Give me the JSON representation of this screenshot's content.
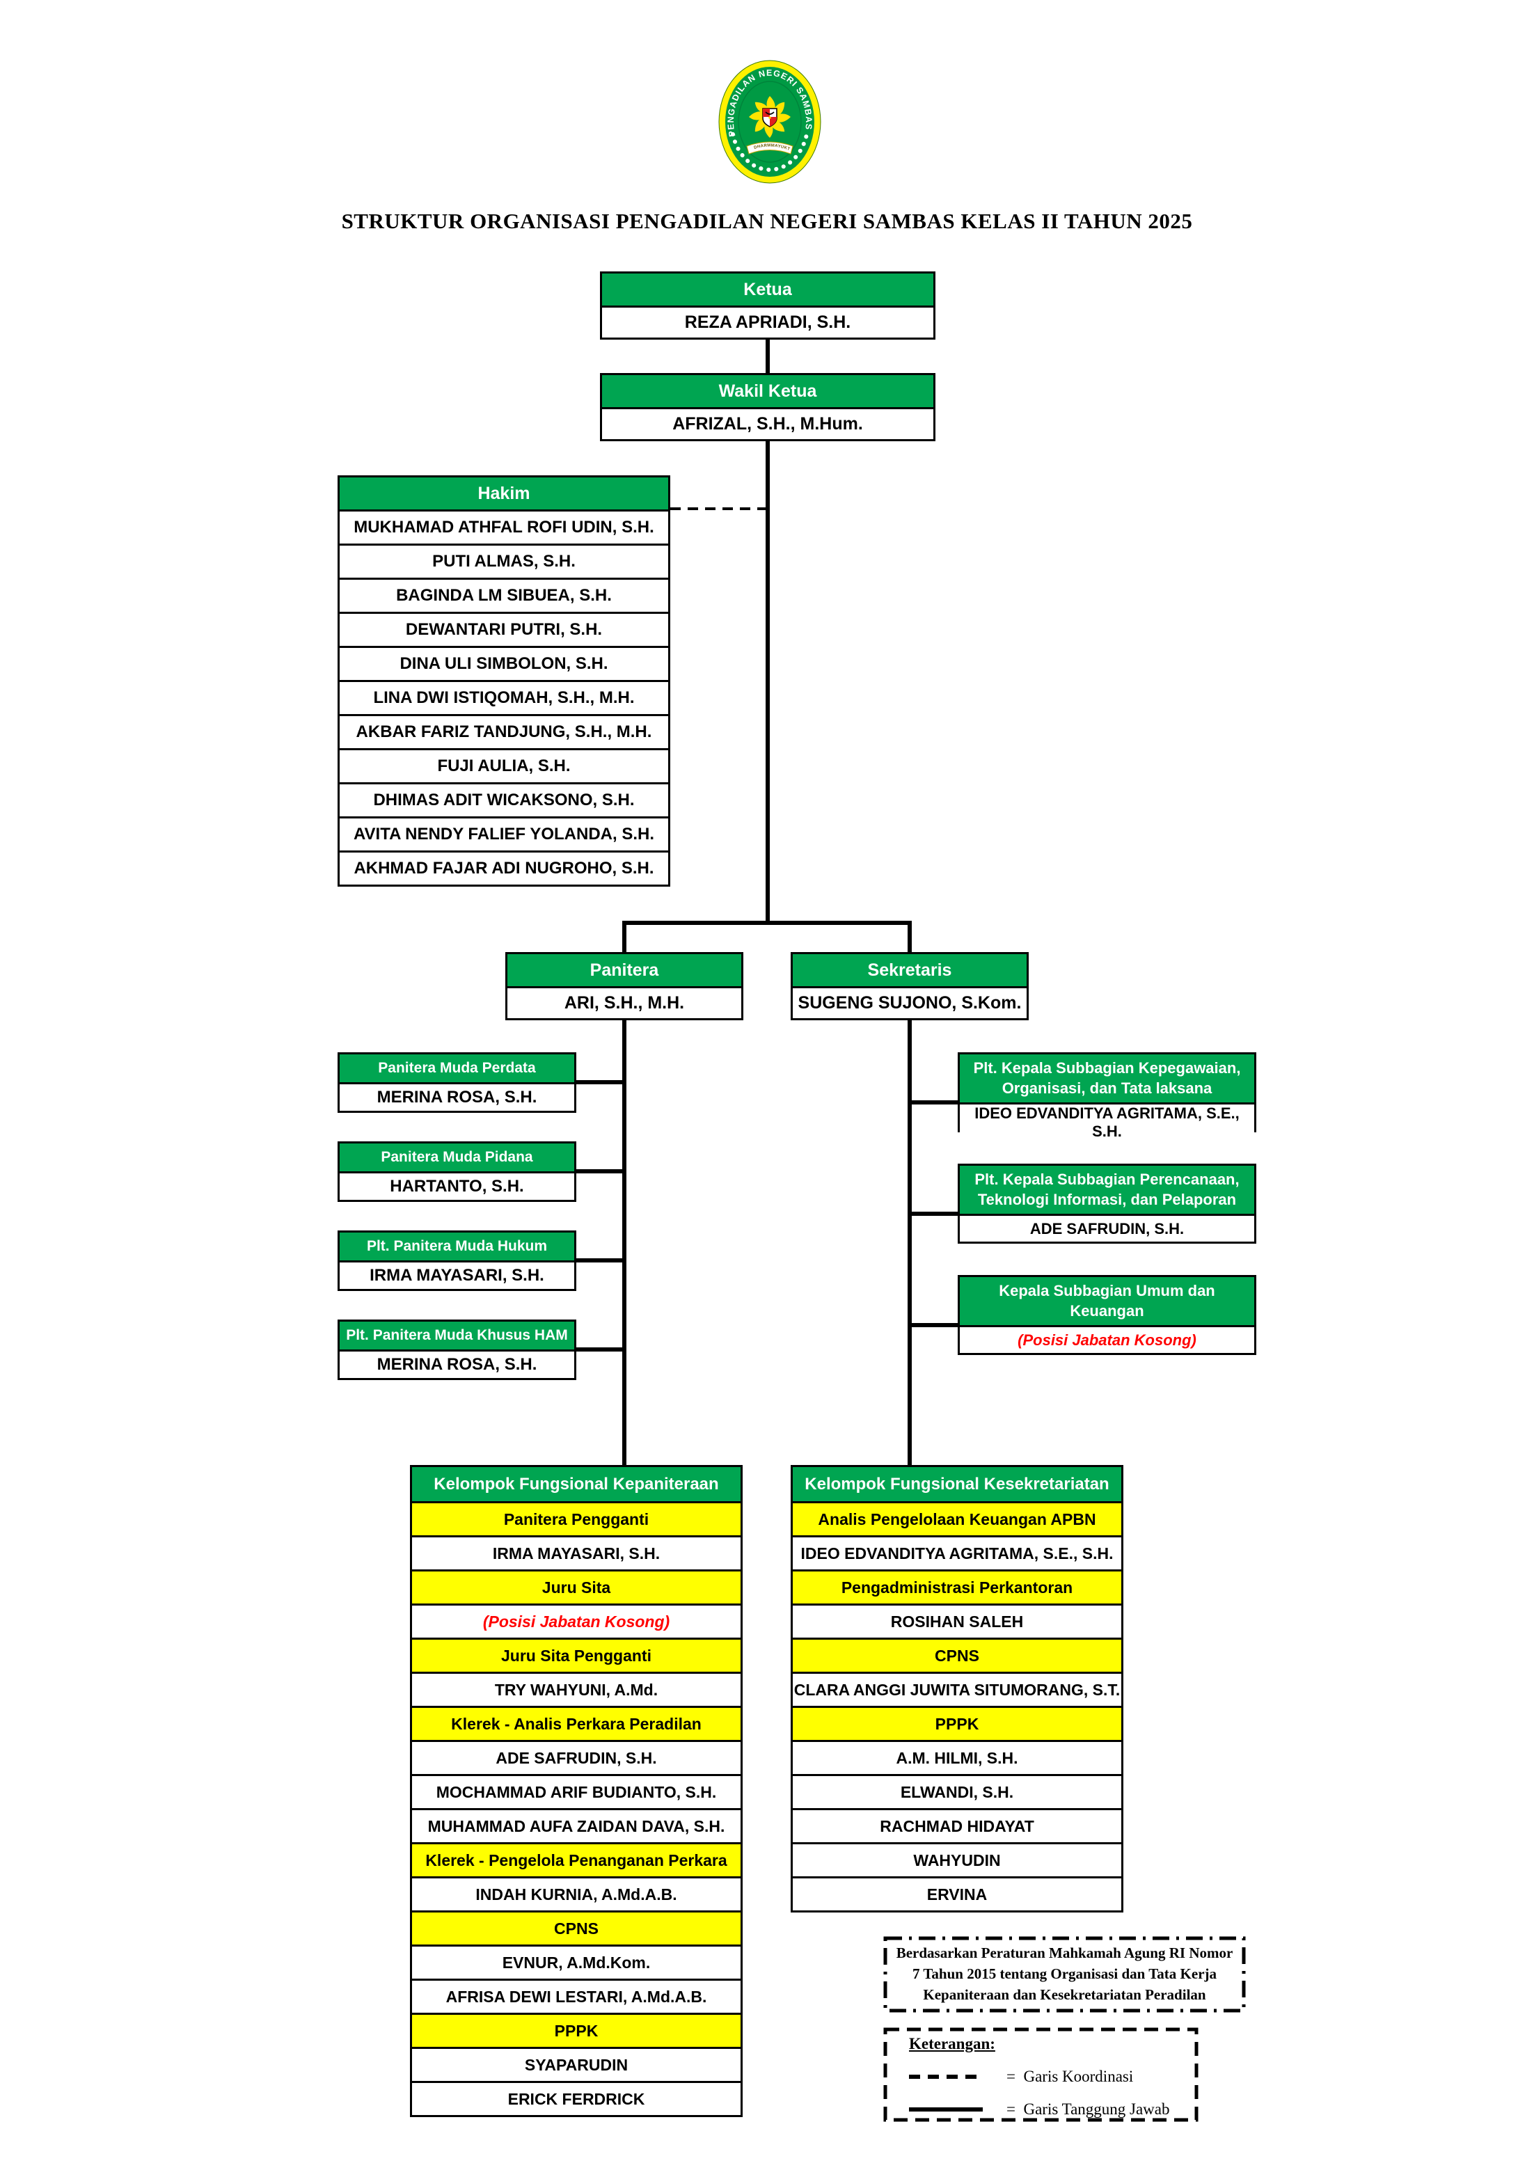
{
  "title": "STRUKTUR ORGANISASI PENGADILAN NEGERI SAMBAS KELAS II TAHUN 2025",
  "logo": {
    "ring_text": "PENGADILAN NEGERI SAMBAS",
    "banner_text": "DHARMMAYUKTI"
  },
  "colors": {
    "header_green": "#00A551",
    "highlight_yellow": "#FFFF00",
    "vacant_red": "#FF0000",
    "logo_ring_yellow": "#FFF100",
    "logo_field_green": "#009A44"
  },
  "org": {
    "ketua": {
      "label": "Ketua",
      "name": "REZA APRIADI, S.H."
    },
    "wakil_ketua": {
      "label": "Wakil Ketua",
      "name": "AFRIZAL, S.H., M.Hum."
    },
    "hakim": {
      "label": "Hakim",
      "members": [
        "MUKHAMAD ATHFAL ROFI UDIN, S.H.",
        "PUTI ALMAS, S.H.",
        "BAGINDA LM SIBUEA, S.H.",
        "DEWANTARI PUTRI, S.H.",
        "DINA ULI SIMBOLON, S.H.",
        "LINA DWI ISTIQOMAH, S.H., M.H.",
        "AKBAR FARIZ TANDJUNG, S.H., M.H.",
        "FUJI AULIA, S.H.",
        "DHIMAS ADIT WICAKSONO, S.H.",
        "AVITA NENDY FALIEF YOLANDA, S.H.",
        "AKHMAD FAJAR ADI NUGROHO, S.H."
      ]
    },
    "panitera": {
      "label": "Panitera",
      "name": "ARI, S.H., M.H."
    },
    "sekretaris": {
      "label": "Sekretaris",
      "name": "SUGENG SUJONO, S.Kom."
    },
    "panitera_muda": [
      {
        "label": "Panitera Muda Perdata",
        "name": "MERINA ROSA, S.H."
      },
      {
        "label": "Panitera Muda Pidana",
        "name": "HARTANTO, S.H."
      },
      {
        "label": "Plt. Panitera Muda Hukum",
        "name": "IRMA MAYASARI, S.H."
      },
      {
        "label": "Plt. Panitera Muda Khusus HAM",
        "name": "MERINA ROSA, S.H."
      }
    ],
    "subbagian": [
      {
        "label": "Plt. Kepala Subbagian Kepegawaian,\nOrganisasi, dan Tata laksana",
        "name": "IDEO EDVANDITYA AGRITAMA, S.E., S.H."
      },
      {
        "label": "Plt. Kepala Subbagian Perencanaan,\nTeknologi Informasi, dan Pelaporan",
        "name": "ADE SAFRUDIN, S.H."
      },
      {
        "label": "Kepala Subbagian Umum dan\nKeuangan",
        "name": "(Posisi Jabatan Kosong)",
        "style": "vacant"
      }
    ],
    "kelompok_kepaniteraan": {
      "label": "Kelompok Fungsional Kepaniteraan",
      "rows": [
        {
          "type": "role",
          "text": "Panitera Pengganti"
        },
        {
          "type": "person",
          "text": "IRMA MAYASARI, S.H."
        },
        {
          "type": "role",
          "text": "Juru Sita"
        },
        {
          "type": "person",
          "style": "vacant",
          "text": "(Posisi Jabatan Kosong)"
        },
        {
          "type": "role",
          "text": "Juru Sita Pengganti"
        },
        {
          "type": "person",
          "text": "TRY WAHYUNI, A.Md."
        },
        {
          "type": "role",
          "text": "Klerek - Analis Perkara Peradilan"
        },
        {
          "type": "person",
          "text": "ADE SAFRUDIN, S.H."
        },
        {
          "type": "person",
          "text": "MOCHAMMAD ARIF BUDIANTO, S.H."
        },
        {
          "type": "person",
          "text": "MUHAMMAD AUFA ZAIDAN DAVA, S.H."
        },
        {
          "type": "role",
          "text": "Klerek - Pengelola Penanganan Perkara"
        },
        {
          "type": "person",
          "text": "INDAH KURNIA, A.Md.A.B."
        },
        {
          "type": "role",
          "text": "CPNS"
        },
        {
          "type": "person",
          "text": "EVNUR, A.Md.Kom."
        },
        {
          "type": "person",
          "text": "AFRISA DEWI LESTARI, A.Md.A.B."
        },
        {
          "type": "role",
          "text": "PPPK"
        },
        {
          "type": "person",
          "text": "SYAPARUDIN"
        },
        {
          "type": "person",
          "text": "ERICK FERDRICK"
        }
      ]
    },
    "kelompok_kesekretariatan": {
      "label": "Kelompok Fungsional Kesekretariatan",
      "rows": [
        {
          "type": "role",
          "text": "Analis Pengelolaan Keuangan APBN"
        },
        {
          "type": "person",
          "text": "IDEO EDVANDITYA AGRITAMA, S.E., S.H."
        },
        {
          "type": "role",
          "text": "Pengadministrasi Perkantoran"
        },
        {
          "type": "person",
          "text": "ROSIHAN SALEH"
        },
        {
          "type": "role",
          "text": "CPNS"
        },
        {
          "type": "person",
          "text": "CLARA ANGGI JUWITA SITUMORANG, S.T."
        },
        {
          "type": "role",
          "text": "PPPK"
        },
        {
          "type": "person",
          "text": "A.M. HILMI, S.H."
        },
        {
          "type": "person",
          "text": "ELWANDI, S.H."
        },
        {
          "type": "person",
          "text": "RACHMAD HIDAYAT"
        },
        {
          "type": "person",
          "text": "WAHYUDIN"
        },
        {
          "type": "person",
          "text": "ERVINA"
        }
      ]
    }
  },
  "notes": {
    "text": "Berdasarkan Peraturan Mahkamah Agung RI Nomor 7 Tahun 2015 tentang Organisasi dan Tata Kerja Kepaniteraan dan Kesekretariatan Peradilan"
  },
  "legend": {
    "title": "Keterangan:",
    "items": [
      {
        "line": "dashed",
        "label": "=  Garis Koordinasi"
      },
      {
        "line": "solid",
        "label": "=  Garis Tanggung Jawab"
      }
    ]
  }
}
